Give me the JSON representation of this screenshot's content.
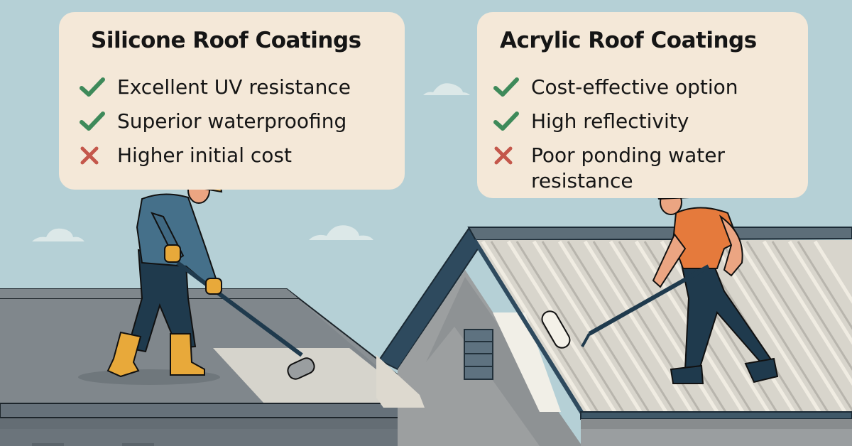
{
  "colors": {
    "sky": "#b5d0d6",
    "card_bg": "#f4e8d8",
    "check": "#3e8a5a",
    "cross": "#c4574b",
    "hard_hat": "#e8a93a",
    "left_shirt": "#45708a",
    "right_shirt": "#e57a3c",
    "pants": "#1f3a4d",
    "roof_gray": "#7f878c",
    "coating_white": "#d8d6cf"
  },
  "left_panel": {
    "title": "Silicone Roof Coatings",
    "items": [
      {
        "icon": "check-icon",
        "text": "Excellent UV resistance"
      },
      {
        "icon": "check-icon",
        "text": "Superior waterproofing"
      },
      {
        "icon": "cross-icon",
        "text": "Higher initial cost"
      }
    ]
  },
  "right_panel": {
    "title": "Acrylic Roof Coatings",
    "items": [
      {
        "icon": "check-icon",
        "text": "Cost-effective option"
      },
      {
        "icon": "check-icon",
        "text": "High reflectivity"
      },
      {
        "icon": "cross-icon",
        "text": "Poor ponding water resistance"
      }
    ]
  },
  "scene": {
    "left_worker": "Worker applying silicone coating with roller on flat roof",
    "right_worker": "Worker applying acrylic coating with roller on corrugated metal roof"
  }
}
